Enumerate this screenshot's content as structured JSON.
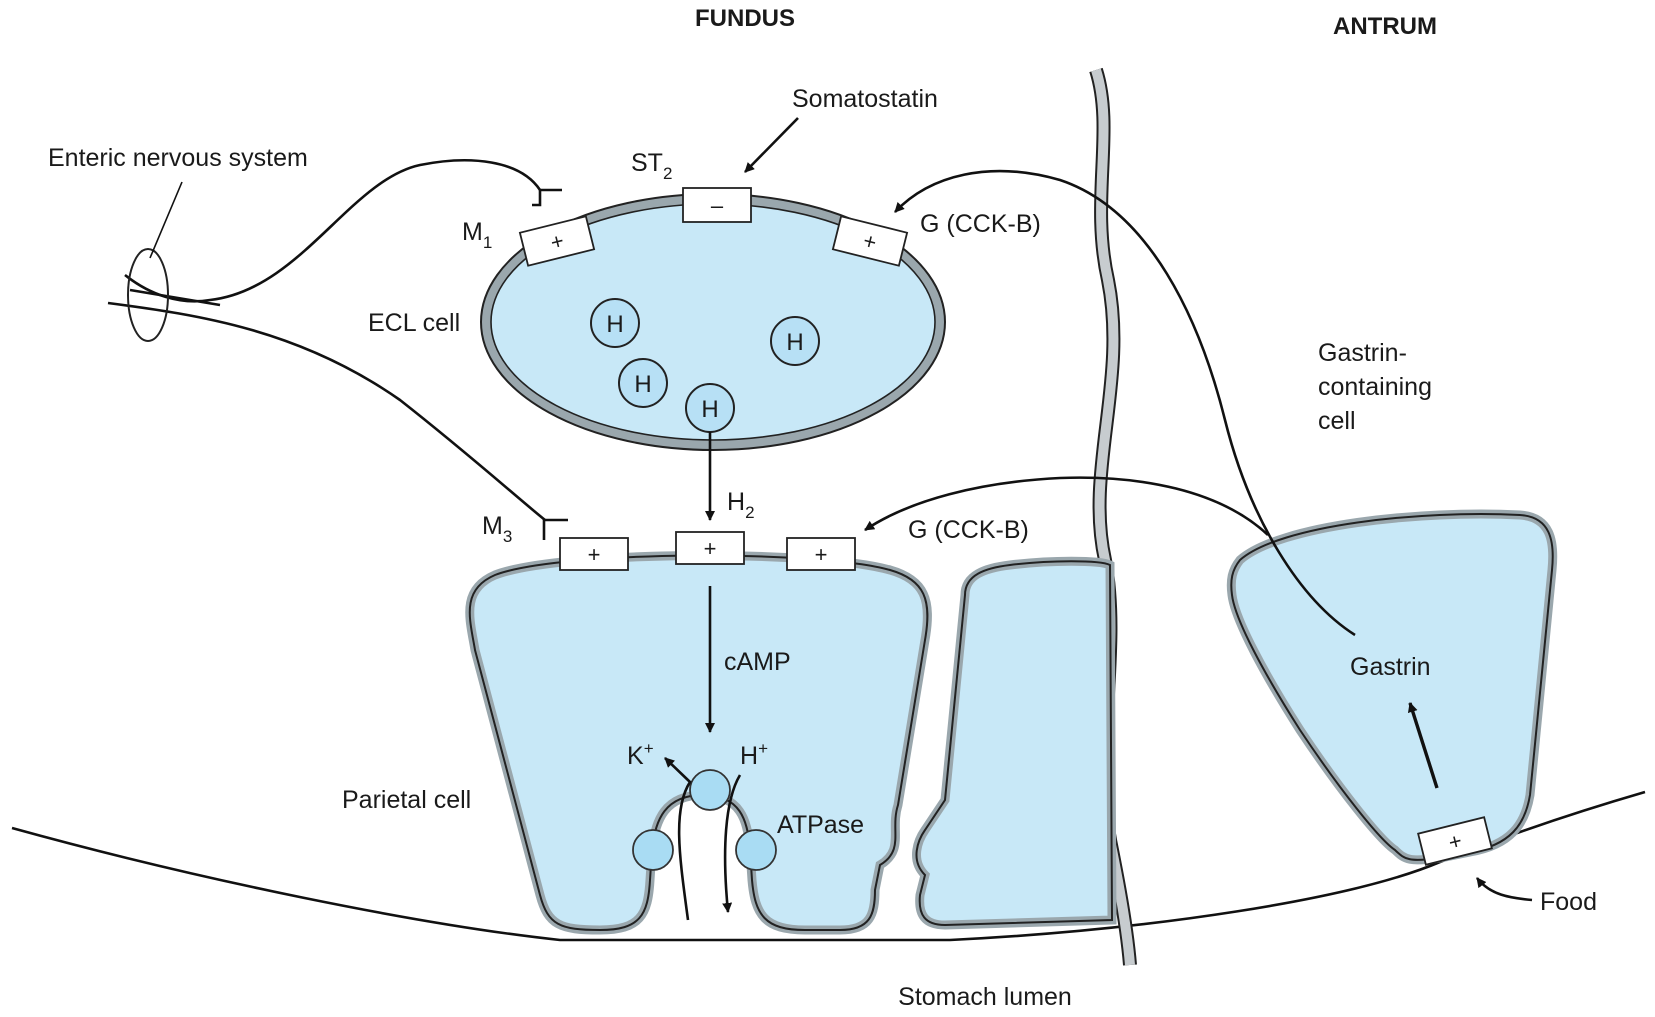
{
  "regions": {
    "fundus": "FUNDUS",
    "antrum": "ANTRUM"
  },
  "labels": {
    "somatostatin": "Somatostatin",
    "st": "ST",
    "st_sub": "2",
    "enteric": "Enteric nervous system",
    "m1": "M",
    "m1_sub": "1",
    "m3": "M",
    "m3_sub": "3",
    "ecl_cell": "ECL cell",
    "g_cck_b_top": "G (CCK-B)",
    "g_cck_b_bottom": "G (CCK-B)",
    "h2": "H",
    "h2_sub": "2",
    "camp": "cAMP",
    "k_plus": "K",
    "h_plus": "H",
    "plus_sup": "+",
    "atpase": "ATPase",
    "parietal_cell": "Parietal cell",
    "gastrin_containing_1": "Gastrin-",
    "gastrin_containing_2": "containing",
    "gastrin_containing_3": "cell",
    "gastrin": "Gastrin",
    "food": "Food",
    "stomach_lumen": "Stomach lumen"
  },
  "receptor_signs": {
    "st2": "–",
    "m1": "+",
    "g_top": "+",
    "m3": "+",
    "h2": "+",
    "g_bottom": "+",
    "food": "+"
  },
  "granule_label": "H",
  "colors": {
    "cell_fill": "#c8e8f7",
    "membrane_gray": "#9aa7ad",
    "line": "#111111"
  }
}
